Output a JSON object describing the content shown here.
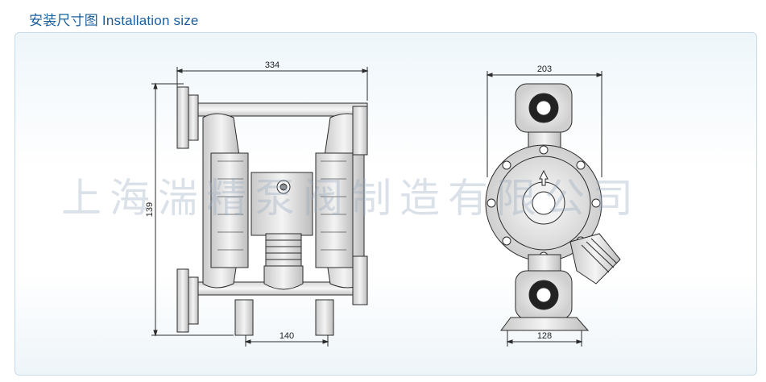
{
  "header": {
    "title": "安装尺寸图 Installation size"
  },
  "watermark": {
    "text": "上海湍精泵阀制造有限公司"
  },
  "front_view": {
    "width_dim": "334",
    "height_dim": "139",
    "base_dim": "140"
  },
  "side_view": {
    "width_dim": "203",
    "base_dim": "128"
  },
  "colors": {
    "title": "#1a5e9e",
    "panel_border": "#c7dbe6",
    "line": "#2b2b2b"
  }
}
